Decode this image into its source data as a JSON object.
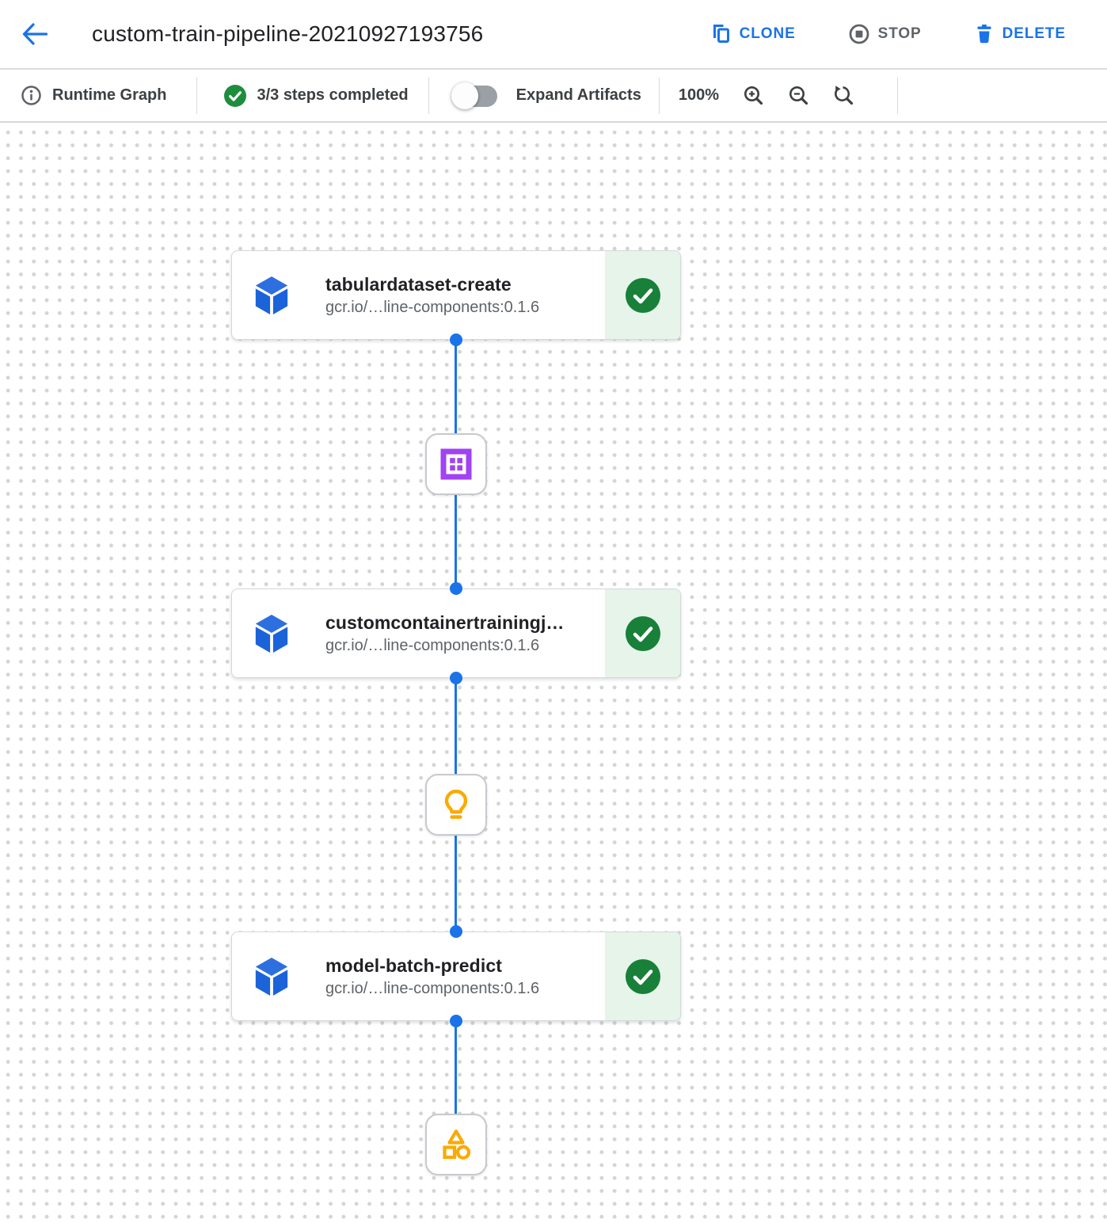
{
  "header": {
    "title": "custom-train-pipeline-20210927193756",
    "actions": {
      "clone": "CLONE",
      "stop": "STOP",
      "delete": "DELETE"
    }
  },
  "toolbar": {
    "runtime_graph_label": "Runtime Graph",
    "steps_completed": "3/3 steps completed",
    "expand_artifacts_label": "Expand Artifacts",
    "zoom_level": "100%"
  },
  "graph": {
    "nodes": [
      {
        "title": "tabulardataset-create",
        "subtitle": "gcr.io/…line-components:0.1.6",
        "status": "succeeded"
      },
      {
        "title": "customcontainertrainingj…",
        "subtitle": "gcr.io/…line-components:0.1.6",
        "status": "succeeded"
      },
      {
        "title": "model-batch-predict",
        "subtitle": "gcr.io/…line-components:0.1.6",
        "status": "succeeded"
      }
    ],
    "artifacts": [
      {
        "icon": "dataset-icon"
      },
      {
        "icon": "model-icon"
      },
      {
        "icon": "artifacts-icon"
      }
    ]
  },
  "colors": {
    "accent_blue": "#1a73e8",
    "success_green": "#1e8e3e",
    "success_bg": "#e6f4ea",
    "artifact_purple": "#a142f4",
    "artifact_amber": "#f9ab00",
    "gray_text": "#5f6368"
  }
}
